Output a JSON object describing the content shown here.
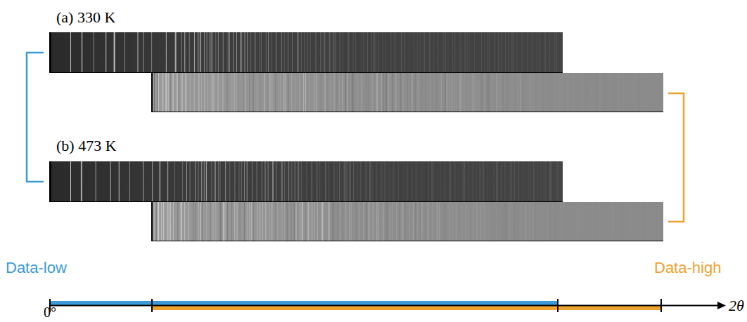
{
  "diagram": {
    "labels": [
      "(a) 330 K",
      "(b) 473 K",
      "Data-low",
      "Data-high",
      "0°",
      "2θ"
    ]
  }
}
